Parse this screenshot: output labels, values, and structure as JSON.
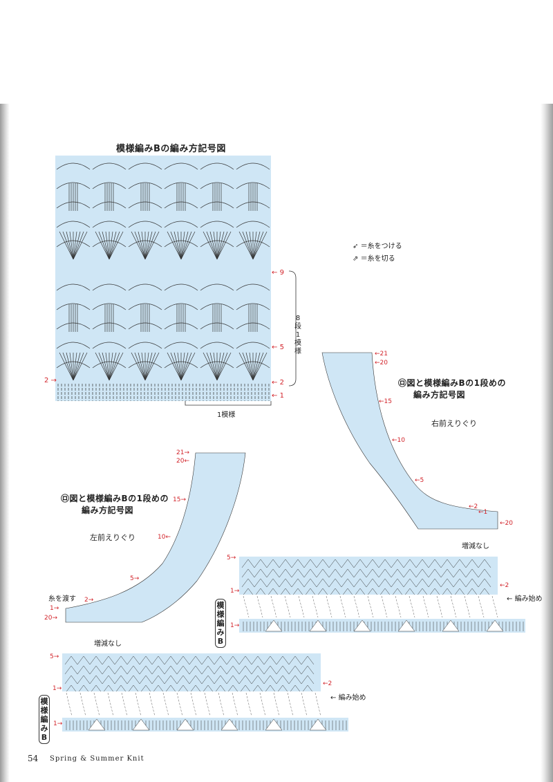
{
  "main_chart": {
    "title": "模様編みBの編み方記号図",
    "row_labels": [
      "9",
      "5",
      "2",
      "1"
    ],
    "left_row_label": "2",
    "repeat_rows": "8段1模様",
    "repeat_width": "1模様"
  },
  "legend": {
    "attach": "＝糸をつける",
    "cut": "＝糸を切る"
  },
  "right_chart": {
    "title_line1": "㋺図と模様編みBの1段めの",
    "title_line2": "編み方記号図",
    "subtitle": "右前えりぐり",
    "row_labels": [
      "21",
      "20",
      "15",
      "10",
      "5",
      "2",
      "1",
      "20"
    ],
    "no_change": "増減なし",
    "lower_labels": [
      "5",
      "2",
      "1",
      "1"
    ],
    "start": "編み始め",
    "vertical": "模様編みB"
  },
  "left_chart": {
    "title_line1": "㋺図と模様編みBの1段めの",
    "title_line2": "編み方記号図",
    "subtitle": "左前えりぐり",
    "row_labels": [
      "21",
      "20",
      "15",
      "10",
      "5",
      "2",
      "1",
      "20"
    ],
    "carry_yarn": "糸を渡す",
    "no_change": "増減なし",
    "lower_labels": [
      "5",
      "2",
      "1",
      "1"
    ],
    "start": "編み始め",
    "vertical": "模様編みB"
  },
  "footer": {
    "page": "54",
    "magazine": "Spring & Summer Knit"
  }
}
